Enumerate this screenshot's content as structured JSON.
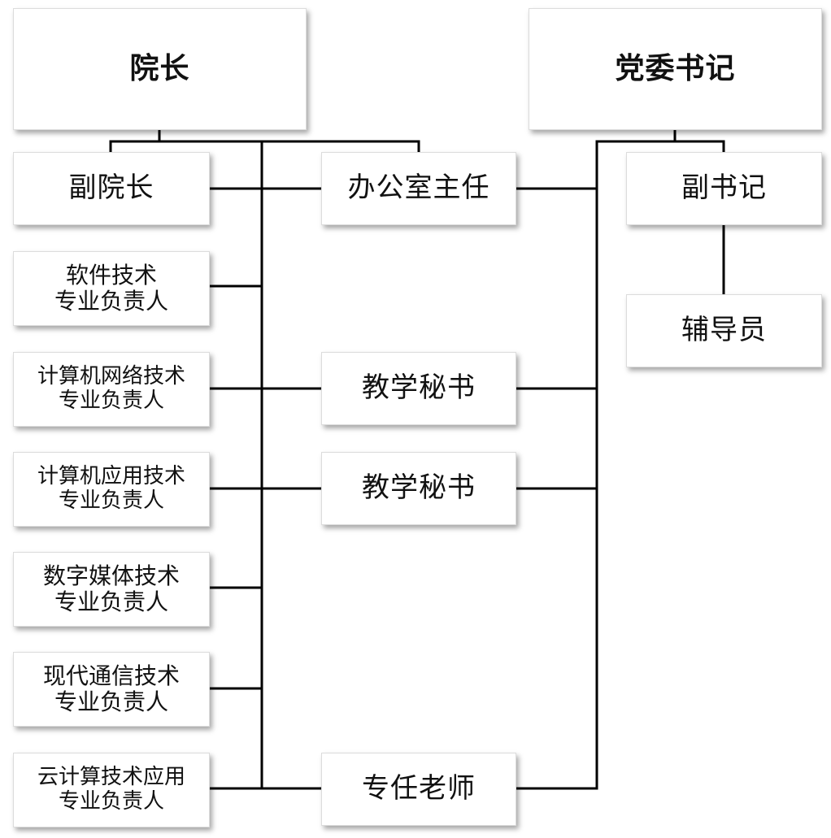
{
  "leaders": {
    "dean": "院长",
    "party_secretary": "党委书记"
  },
  "admin": {
    "vice_dean": "副院长",
    "office_director": "办公室主任",
    "deputy_secretary": "副书记",
    "counselor": "辅导员"
  },
  "majors": [
    {
      "line1": "软件技术",
      "line2": "专业负责人"
    },
    {
      "line1": "计算机网络技术",
      "line2": "专业负责人"
    },
    {
      "line1": "计算机应用技术",
      "line2": "专业负责人"
    },
    {
      "line1": "数字媒体技术",
      "line2": "专业负责人"
    },
    {
      "line1": "现代通信技术",
      "line2": "专业负责人"
    },
    {
      "line1": "云计算技术应用",
      "line2": "专业负责人"
    }
  ],
  "staff": {
    "teaching_secretary_1": "教学秘书",
    "teaching_secretary_2": "教学秘书",
    "full_time_teacher": "专任老师"
  }
}
